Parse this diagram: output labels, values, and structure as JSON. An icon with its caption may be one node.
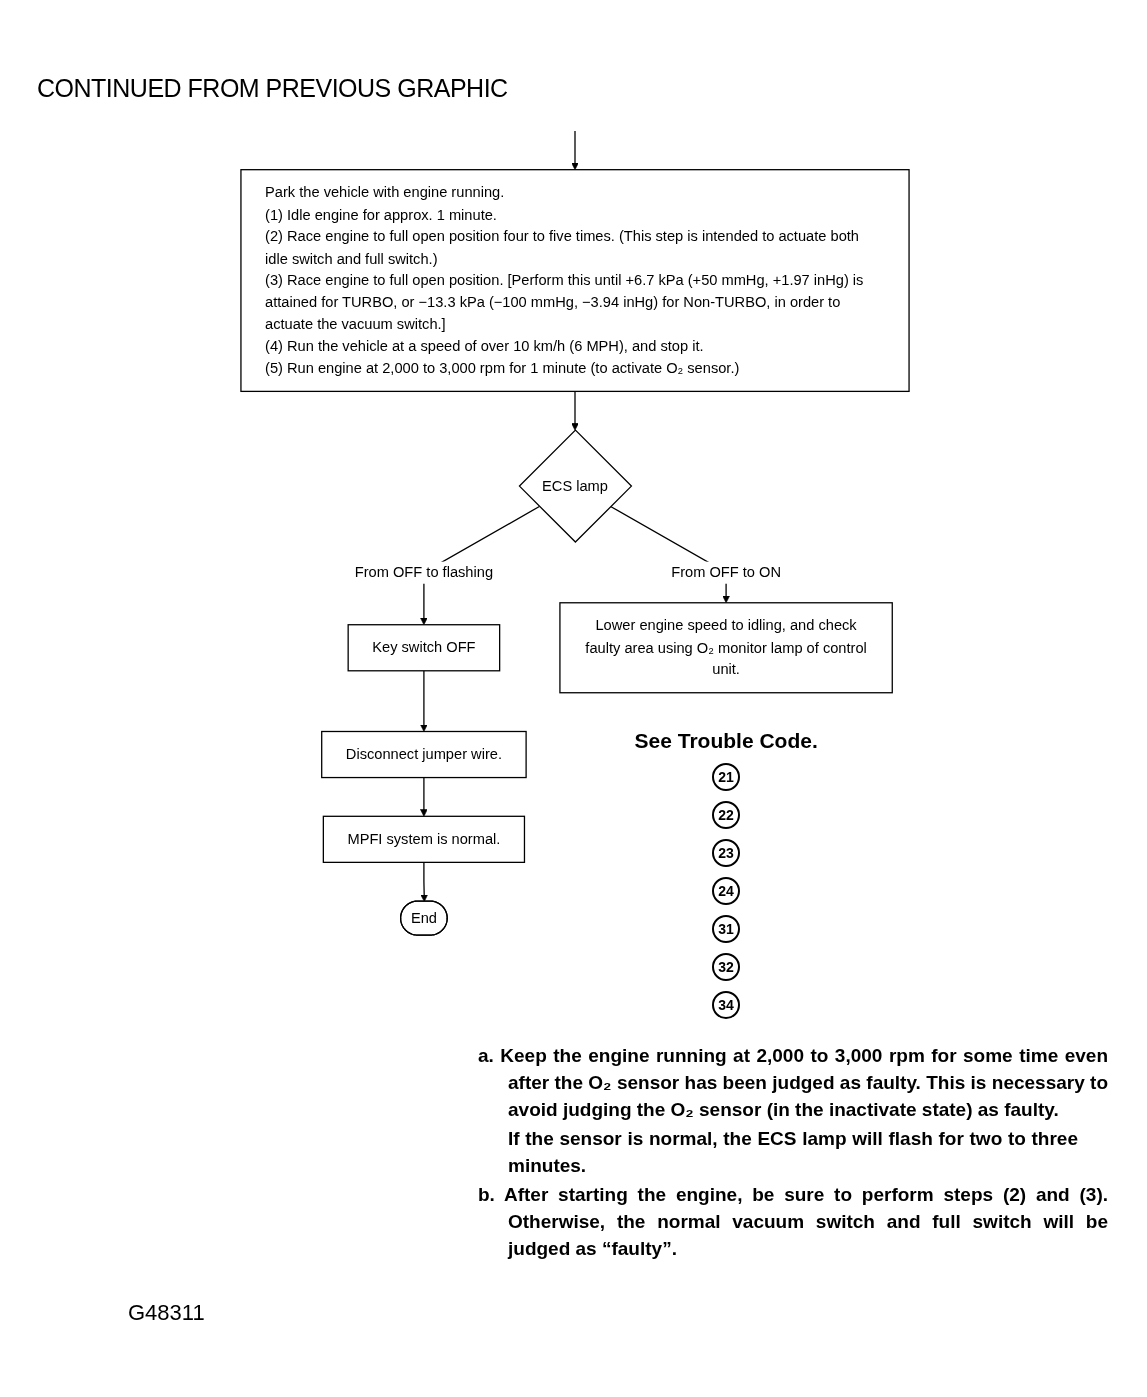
{
  "diagram": {
    "nodes": [
      {
        "text": [
          "Park the vehicle with engine running.",
          "(1) Idle engine for approx. 1 minute.",
          "(2) Race engine to full open position four to five times. (This step is intended to actuate both idle switch and full switch.)",
          "(3) Race engine to full open position. [Perform this until +6.7 kPa (+50 mmHg, +1.97 inHg) is attained for TURBO, or −13.3 kPa (−100 mmHg, −3.94 inHg) for Non-TURBO, in order to actuate the vacuum switch.]",
          "(4) Run the vehicle at a speed of over 10 km/h (6 MPH), and stop it.",
          "(5) Run engine at 2,000 to 3,000 rpm for 1 minute (to activate O₂ sensor.)"
        ]
      },
      {
        "text": [
          "ECS lamp"
        ]
      },
      {
        "text": [
          "Lower engine speed to idling, and check faulty area using O₂ monitor lamp of control unit."
        ]
      },
      {
        "text": [
          "Key switch OFF"
        ]
      },
      {
        "text": [
          "Disconnect jumper wire."
        ]
      },
      {
        "text": [
          "MPFI system is normal."
        ]
      },
      {
        "text": [
          "End"
        ]
      }
    ],
    "edges": [
      {
        "from": null,
        "to": 0,
        "arrow": "to"
      },
      {
        "from": 0,
        "to": 1,
        "arrow": "to"
      },
      {
        "from": 1,
        "to": 2,
        "arrow": "to",
        "label": "From OFF to ON"
      },
      {
        "from": 1,
        "to": 3,
        "arrow": "to",
        "label": "From OFF to flashing"
      },
      {
        "from": 3,
        "to": 4,
        "arrow": "to"
      },
      {
        "from": 4,
        "to": 5,
        "arrow": "to"
      },
      {
        "from": 5,
        "to": 6,
        "arrow": "to"
      }
    ],
    "labels": [
      "CONTINUED FROM PREVIOUS GRAPHIC",
      "See Trouble Code.",
      "21",
      "22",
      "23",
      "24",
      "31",
      "32",
      "34",
      "a. Keep the engine running at 2,000 to 3,000 rpm for some time even after the O₂ sensor has been judged as faulty. This is necessary to avoid judging the O₂ sensor (in the inactivate state) as faulty.",
      "If the sensor is normal, the ECS lamp will flash for two to three minutes.",
      "b. After starting the engine, be sure to perform steps (2) and (3). Otherwise, the normal vacuum switch and full switch will be judged as “faulty”.",
      "G48311"
    ]
  }
}
